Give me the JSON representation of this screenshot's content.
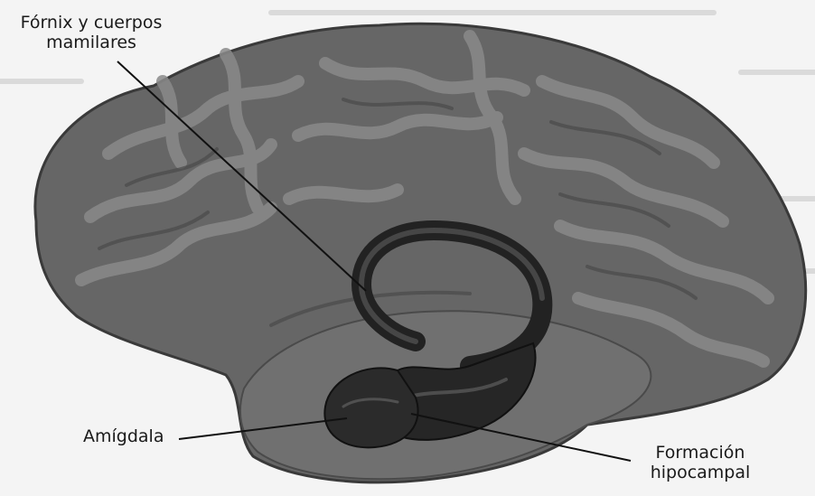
{
  "labels": {
    "fornix_line1": "Fórnix y  cuerpos",
    "fornix_line2": "mamilares",
    "amigdala": "Amígdala",
    "hipocampal_line1": "Formación",
    "hipocampal_line2": "hipocampal"
  },
  "colors": {
    "background": "#f4f4f4",
    "brain": "#6b6b6b",
    "brain_dark": "#3c3c3c",
    "gyri": "#848484",
    "limbic": "#222222"
  }
}
